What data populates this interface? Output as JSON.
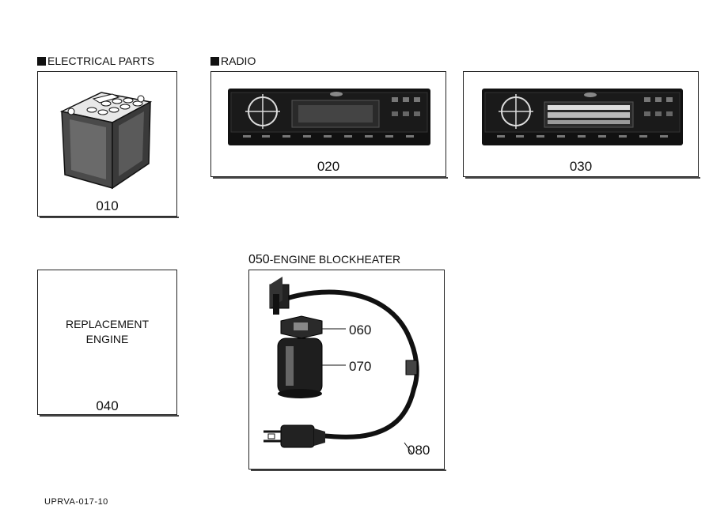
{
  "sections": {
    "electrical": "ELECTRICAL PARTS",
    "radio": "RADIO",
    "blockheater": "-ENGINE BLOCKHEATER",
    "blockheater_num": "050"
  },
  "parts": {
    "battery": "010",
    "radio1": "020",
    "radio2": "030",
    "engine": "040",
    "engine_label_line1": "REPLACEMENT",
    "engine_label_line2": "ENGINE",
    "plug_part": "060",
    "socket_part": "070",
    "cord_part": "080"
  },
  "footer": {
    "code": "UPRVA-017-10"
  }
}
